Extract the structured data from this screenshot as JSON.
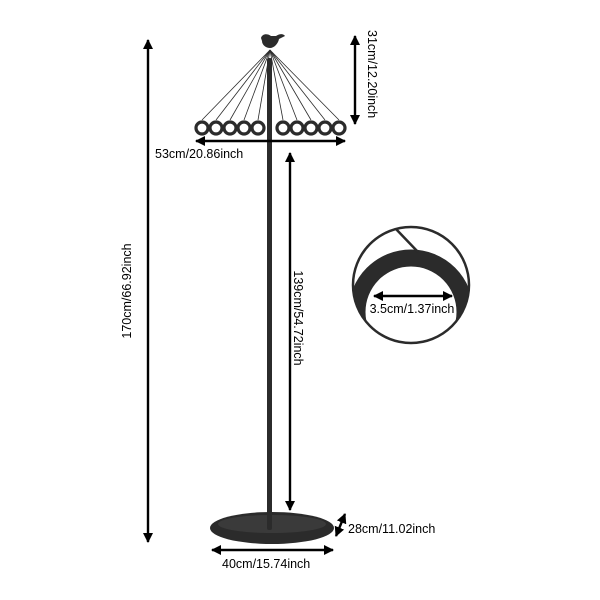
{
  "dimensions": {
    "total_height": "170cm/66.92inch",
    "pole_height": "139cm/54.72inch",
    "top_height": "31cm/12.20inch",
    "ring_span": "53cm/20.86inch",
    "ring_diameter": "3.5cm/1.37inch",
    "base_width": "40cm/15.74inch",
    "base_depth": "28cm/11.02inch"
  },
  "colors": {
    "product": "#2b2b2b",
    "arrow": "#000000"
  }
}
